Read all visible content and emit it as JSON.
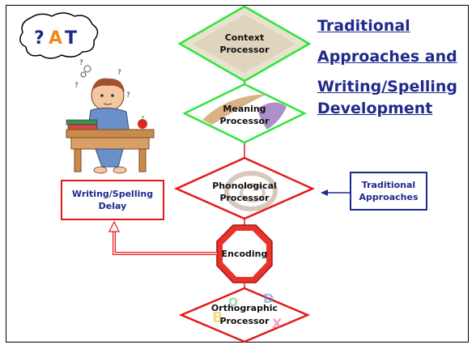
{
  "logo": {
    "q": "?",
    "a": "A",
    "t": "T"
  },
  "title": {
    "line1": "Traditional",
    "line2": "Approaches and",
    "line3": "Writing/Spelling",
    "line4": "Development"
  },
  "nodes": {
    "context": {
      "line1": "Context",
      "line2": "Processor"
    },
    "meaning": {
      "line1": "Meaning",
      "line2": "Processor"
    },
    "phonological": {
      "line1": "Phonological",
      "line2": "Processor"
    },
    "encoding": {
      "label": "Encoding"
    },
    "orthographic": {
      "line1": "Orthographic",
      "line2": "Processor"
    }
  },
  "traditional_box": {
    "line1": "Traditional",
    "line2": "Approaches"
  },
  "delay_box": {
    "line1": "Writing/Spelling",
    "line2": "Delay"
  },
  "colors": {
    "green": "#2ee63a",
    "red": "#e31a1a",
    "navy": "#1f2a8c",
    "octagon": "#e8332a",
    "logo_a": "#f08a1c",
    "logo_q": "#1f2a8c"
  }
}
